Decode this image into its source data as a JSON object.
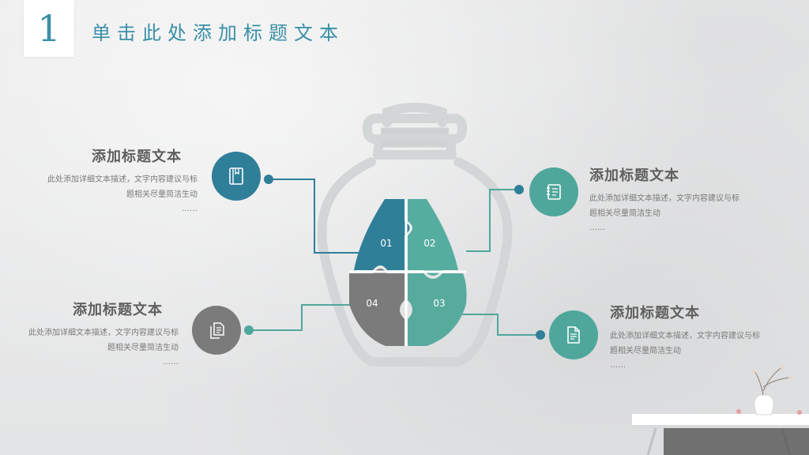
{
  "slide": {
    "number": "1",
    "title": "单击此处添加标题文本"
  },
  "pieces": [
    {
      "label": "01",
      "color": "#2f7f99"
    },
    {
      "label": "02",
      "color": "#55ad9f"
    },
    {
      "label": "03",
      "color": "#57ab9d"
    },
    {
      "label": "04",
      "color": "#7b7b7b"
    }
  ],
  "items": [
    {
      "title": "添加标题文本",
      "desc": "此处添加详细文本描述，文字内容建议与标题相关尽量简洁生动",
      "dots": "……",
      "icon": "notebook-icon",
      "color": "#2f7f99"
    },
    {
      "title": "添加标题文本",
      "desc": "此处添加详细文本描述，文字内容建议与标题相关尽量简洁生动",
      "dots": "……",
      "icon": "notepad-icon",
      "color": "#4fa79b"
    },
    {
      "title": "添加标题文本",
      "desc": "此处添加详细文本描述，文字内容建议与标题相关尽量简洁生动",
      "dots": "……",
      "icon": "documents-icon",
      "color": "#7b7b7b"
    },
    {
      "title": "添加标题文本",
      "desc": "此处添加详细文本描述，文字内容建议与标题相关尽量简洁生动",
      "dots": "……",
      "icon": "document-icon",
      "color": "#4fa79b"
    }
  ],
  "colors": {
    "accent": "#3a8fa7",
    "teal": "#4fa79b",
    "blue": "#2f7f99",
    "gray": "#7b7b7b",
    "bulb_outline": "#d4d7d8"
  }
}
